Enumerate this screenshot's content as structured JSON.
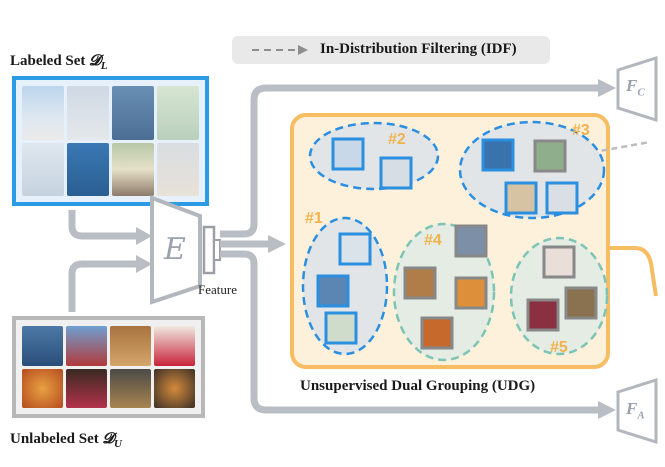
{
  "legend": {
    "text": "In-Distribution Filtering (IDF)"
  },
  "labeled_set": {
    "title": "Labeled Set",
    "symbol": "𝓓",
    "subscript": "L"
  },
  "unlabeled_set": {
    "title": "Unlabeled Set",
    "symbol": "𝓓",
    "subscript": "U"
  },
  "encoder": {
    "label": "E"
  },
  "feature": {
    "label": "Feature"
  },
  "heads": {
    "fc": "F",
    "fc_sub": "C",
    "fa": "F",
    "fa_sub": "A"
  },
  "udg": {
    "title": "Unsupervised Dual Grouping (UDG)"
  },
  "groups": [
    {
      "label": "#1"
    },
    {
      "label": "#2"
    },
    {
      "label": "#3"
    },
    {
      "label": "#4"
    },
    {
      "label": "#5"
    }
  ],
  "colors": {
    "labeled_border": "#2b9be3",
    "unlabeled_border": "#b8b8b8",
    "udg_border": "#f7bd62",
    "udg_fill": "#fdf1dc",
    "arrow_gray": "#b9bec4",
    "dash_blue": "#2b8fe0",
    "dash_teal": "#7cc4b4"
  }
}
